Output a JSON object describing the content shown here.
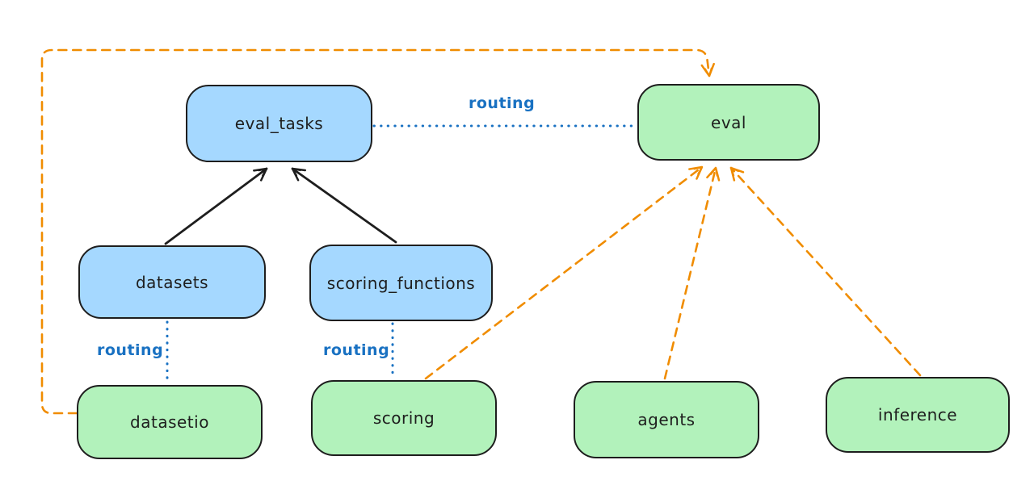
{
  "diagram": {
    "background_color": "#ffffff",
    "colors": {
      "blue_node_fill": "#a5d8ff",
      "green_node_fill": "#b2f2bb",
      "node_stroke": "#1e1e1e",
      "routing_line_blue": "#1971c2",
      "provider_arrow_orange": "#f08c00",
      "dependency_arrow_black": "#1e1e1e"
    },
    "nodes": [
      {
        "id": "eval_tasks",
        "label": "eval_tasks",
        "color": "blue"
      },
      {
        "id": "eval",
        "label": "eval",
        "color": "green"
      },
      {
        "id": "datasets",
        "label": "datasets",
        "color": "blue"
      },
      {
        "id": "scoring_functions",
        "label": "scoring_functions",
        "color": "blue"
      },
      {
        "id": "datasetio",
        "label": "datasetio",
        "color": "green"
      },
      {
        "id": "scoring",
        "label": "scoring",
        "color": "green"
      },
      {
        "id": "agents",
        "label": "agents",
        "color": "green"
      },
      {
        "id": "inference",
        "label": "inference",
        "color": "green"
      }
    ],
    "edges": [
      {
        "from": "datasets",
        "to": "eval_tasks",
        "style": "solid-black-arrow",
        "label": ""
      },
      {
        "from": "scoring_functions",
        "to": "eval_tasks",
        "style": "solid-black-arrow",
        "label": ""
      },
      {
        "from": "eval_tasks",
        "to": "eval",
        "style": "dotted-blue",
        "label": "routing"
      },
      {
        "from": "datasets",
        "to": "datasetio",
        "style": "dotted-blue",
        "label": "routing"
      },
      {
        "from": "scoring_functions",
        "to": "scoring",
        "style": "dotted-blue",
        "label": "routing"
      },
      {
        "from": "datasetio",
        "to": "eval",
        "style": "dashed-orange-arrow",
        "label": ""
      },
      {
        "from": "scoring",
        "to": "eval",
        "style": "dashed-orange-arrow",
        "label": ""
      },
      {
        "from": "agents",
        "to": "eval",
        "style": "dashed-orange-arrow",
        "label": ""
      },
      {
        "from": "inference",
        "to": "eval",
        "style": "dashed-orange-arrow",
        "label": ""
      }
    ]
  }
}
